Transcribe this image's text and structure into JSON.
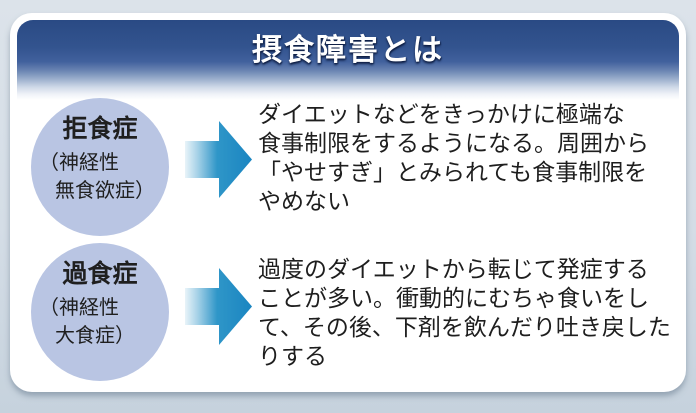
{
  "title": {
    "text": "摂食障害とは",
    "bar_color_top": "#2a4a84",
    "bar_color_mid": "#3a5c9b",
    "text_color": "#ffffff"
  },
  "palette": {
    "background": "#d4dde6",
    "card": "#ffffff",
    "circle_fill": "#b9c5e3",
    "arrow_blue": "#1a85c1",
    "arrow_mid_blue": "#2f96c8",
    "arrow_tail_light": "#e9f4f9",
    "body_text": "#1e1e1e"
  },
  "rows": [
    {
      "circle": {
        "label": "拒食症",
        "sublabel_line1": "（神経性",
        "sublabel_line2": "無食欲症）"
      },
      "arrow_icon": "right-arrow",
      "description_lines": [
        "ダイエットなどをきっかけに極端な",
        "食事制限をするようになる。周囲から",
        "「やせすぎ」とみられても食事制限を",
        "やめない"
      ]
    },
    {
      "circle": {
        "label": "過食症",
        "sublabel_line1": "（神経性",
        "sublabel_line2": "大食症）"
      },
      "arrow_icon": "right-arrow",
      "description_lines": [
        "過度のダイエットから転じて発症する",
        "ことが多い。衝動的にむちゃ食いをし",
        "て、その後、下剤を飲んだり吐き戻した",
        "りする"
      ]
    }
  ]
}
